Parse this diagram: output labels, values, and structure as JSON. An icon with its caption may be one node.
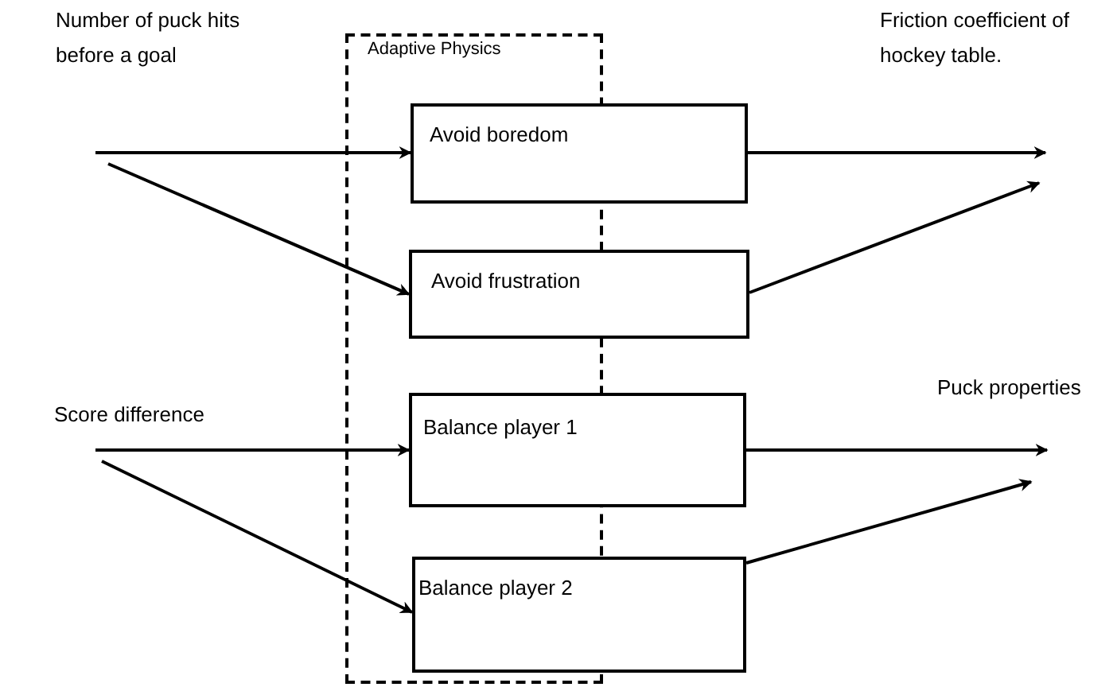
{
  "diagram": {
    "nodes": [
      {
        "text": [
          "Adaptive Physics"
        ]
      },
      {
        "text": [
          "Avoid boredom"
        ]
      },
      {
        "text": [
          "Avoid frustration"
        ]
      },
      {
        "text": [
          "Balance player 1"
        ]
      },
      {
        "text": [
          "Balance player 2"
        ]
      }
    ],
    "edges": [
      {
        "from": null,
        "to": 1,
        "arrow": "to"
      },
      {
        "from": null,
        "to": 2,
        "arrow": "to"
      },
      {
        "from": 1,
        "to": null,
        "arrow": "to"
      },
      {
        "from": 2,
        "to": null,
        "arrow": "to"
      },
      {
        "from": null,
        "to": 3,
        "arrow": "to"
      },
      {
        "from": null,
        "to": 4,
        "arrow": "to"
      },
      {
        "from": 3,
        "to": null,
        "arrow": "to"
      },
      {
        "from": 4,
        "to": null,
        "arrow": "to"
      }
    ],
    "labels": [
      "Number of puck hits before a goal",
      "Friction coefficient of hockey table.",
      "Score difference",
      "Puck properties"
    ]
  }
}
